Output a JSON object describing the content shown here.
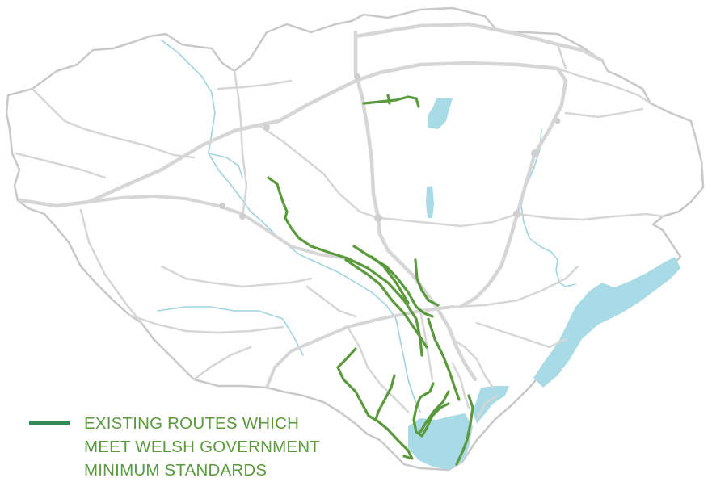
{
  "legend": {
    "lines": [
      "EXISTING ROUTES WHICH",
      "MEET WELSH GOVERNMENT",
      "MINIMUM STANDARDS"
    ]
  },
  "colors": {
    "route_green": "#5a9a3c",
    "legend_swatch": "#2e8b57",
    "water_blue": "#a8dbe6",
    "river_blue": "#9fd3e0",
    "road_grey": "#d6d6d6",
    "boundary_grey": "#c8c8c8",
    "land": "#ffffff"
  },
  "map": {
    "features": [
      "boundary",
      "roads",
      "rivers",
      "water-bodies",
      "existing-routes"
    ]
  }
}
